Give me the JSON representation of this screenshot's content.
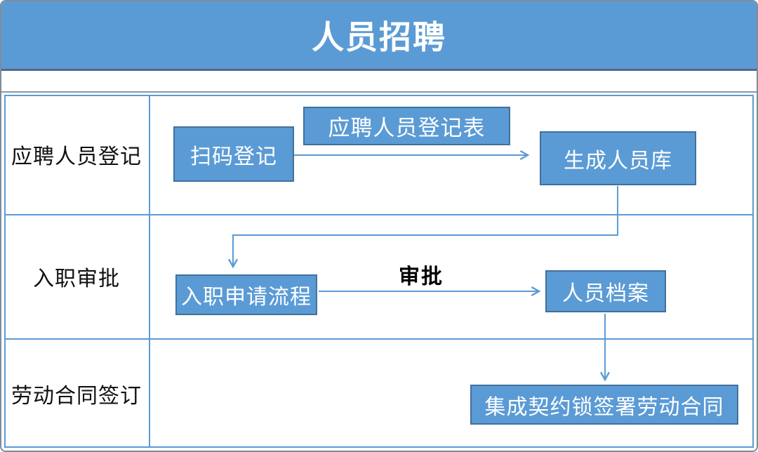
{
  "title": "人员招聘",
  "colors": {
    "header_blue": "#5B9BD5",
    "header_edge": "#53688C",
    "box_blue": "#5B9BD5",
    "box_border": "#41719C",
    "line_blue": "#5B9BD5",
    "lane_blue": "#5B9BD5",
    "frame_gray": "#7E8C9B",
    "divider_gray": "#8C97A2"
  },
  "lanes": [
    {
      "label": "应聘人员登记"
    },
    {
      "label": "入职审批"
    },
    {
      "label": "劳动合同签订"
    }
  ],
  "nodes": {
    "scan_register": {
      "label": "扫码登记"
    },
    "registration_form": {
      "label": "应聘人员登记表"
    },
    "personnel_pool": {
      "label": "生成人员库"
    },
    "onboarding_flow": {
      "label": "入职申请流程"
    },
    "personnel_file": {
      "label": "人员档案"
    },
    "sign_contract": {
      "label": "集成契约锁签署劳动合同"
    }
  },
  "edges": {
    "approval_label": "审批"
  }
}
